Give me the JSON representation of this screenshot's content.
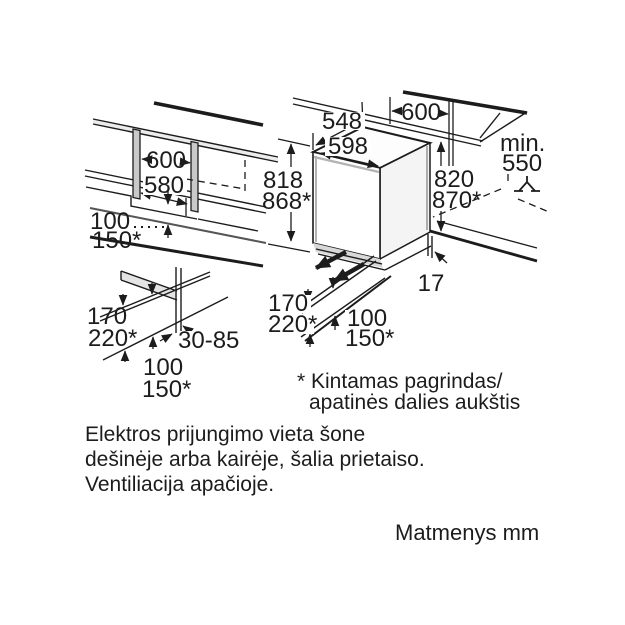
{
  "unit_note": "Matmenys mm",
  "footnote": {
    "line1": "* Kintamas pagrindas/",
    "line2": "apatinės dalies aukštis"
  },
  "info": {
    "line1": "Elektros prijungimo vieta šone",
    "line2": "dešinėje arba kairėje, šalia prietaiso.",
    "line3": "Ventiliacija apačioje."
  },
  "niche_view": {
    "niche_width": "600",
    "inner_width": "580",
    "recess_height": "100",
    "recess_height_var": "150*"
  },
  "plinth_detail": {
    "plinth_height": "170",
    "plinth_height_var": "220*",
    "plinth_depth_range": "30-85",
    "recess_height": "100",
    "recess_height_var": "150*"
  },
  "appliance_view": {
    "height": "818",
    "height_var": "868*",
    "depth_top": "548",
    "width": "598",
    "niche_width": "600",
    "min_label": "min.",
    "min_depth": "550",
    "niche_height": "820",
    "niche_height_var": "870*",
    "rear_gap": "17",
    "plinth_height": "170",
    "plinth_height_var": "220*",
    "recess_height": "100",
    "recess_height_var": "150*"
  },
  "icons": {
    "mains_connection": "plug-glyph",
    "airflow_out": "thick-triangle-arrow",
    "dimension_arrow": "triangle-arrowhead"
  },
  "colors": {
    "line": "#1c1c1c",
    "secondary": "#9b9b9b",
    "panel_fill": "#c9c9c9",
    "background": "#ffffff"
  }
}
